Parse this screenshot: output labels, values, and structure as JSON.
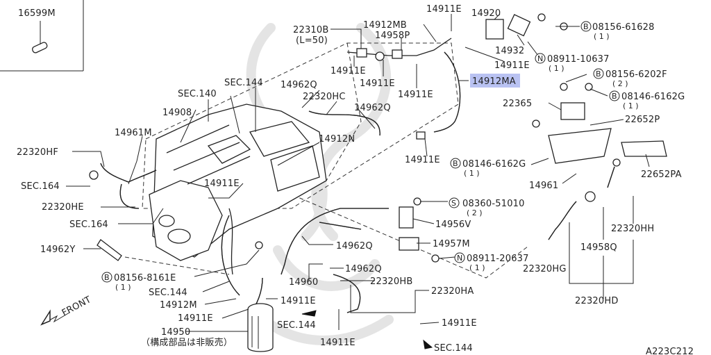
{
  "diagram_id": "A223C212",
  "inset_part": "16599M",
  "note_jp": "（構成部品は非販売）",
  "front_label": "FRONT",
  "highlighted_part": "14912MA",
  "colors": {
    "highlight": "#b9c2f2",
    "line": "#222222",
    "watermark": "#d9d9d9"
  },
  "labels": {
    "p22310b": "22310B",
    "p22310b_len": "(L=50)",
    "p14912mb": "14912MB",
    "p14958p": "14958P",
    "p14911e_top": "14911E",
    "p14920": "14920",
    "b08156_61628": "08156-61628",
    "b08156_61628_q": "( 1 )",
    "p14932": "14932",
    "n08911_10637": "08911-10637",
    "n08911_10637_q": "( 1 )",
    "p14911e_a": "14911E",
    "p14911e_b": "14911E",
    "p14911e_c": "14911E",
    "p14911e_d": "14911E",
    "p14912ma": "14912MA",
    "b08156_6202f": "08156-6202F",
    "b08156_6202f_q": "( 2 )",
    "b08146_6162g_a": "08146-6162G",
    "b08146_6162g_a_q": "( 1 )",
    "sec144_a": "SEC.144",
    "sec140": "SEC.140",
    "p14962q_a": "14962Q",
    "p22320hc": "22320HC",
    "p14962q_b": "14962Q",
    "p22365": "22365",
    "p22652p": "22652P",
    "p14908": "14908",
    "p14961m": "14961M",
    "p14912n": "14912N",
    "p22320hf": "22320HF",
    "p14911e_e": "14911E",
    "b08146_6162g_b": "08146-6162G",
    "b08146_6162g_b_q": "( 1 )",
    "p22652pa": "22652PA",
    "sec164_a": "SEC.164",
    "p14911e_f": "14911E",
    "p14961": "14961",
    "p22320he": "22320HE",
    "s08360_51010": "08360-51010",
    "s08360_51010_q": "( 2 )",
    "sec164_b": "SEC.164",
    "p14956v": "14956V",
    "p22320hh": "22320HH",
    "p14962y": "14962Y",
    "p14962q_c": "14962Q",
    "p14957m": "14957M",
    "p14958q": "14958Q",
    "n08911_20637": "08911-20637",
    "n08911_20637_q": "( 1 )",
    "b08156_8161e": "08156-8161E",
    "b08156_8161e_q": "( 1 )",
    "p14962q_d": "14962Q",
    "p22320hg": "22320HG",
    "p14960": "14960",
    "p22320hb": "22320HB",
    "sec144_b": "SEC.144",
    "p22320ha": "22320HA",
    "p14912m": "14912M",
    "p14911e_g": "14911E",
    "p22320hd": "22320HD",
    "p14911e_h": "14911E",
    "sec144_c": "SEC.144",
    "p14950": "14950",
    "p14911e_i": "14911E",
    "p14911e_j": "14911E",
    "sec144_d": "SEC.144"
  }
}
